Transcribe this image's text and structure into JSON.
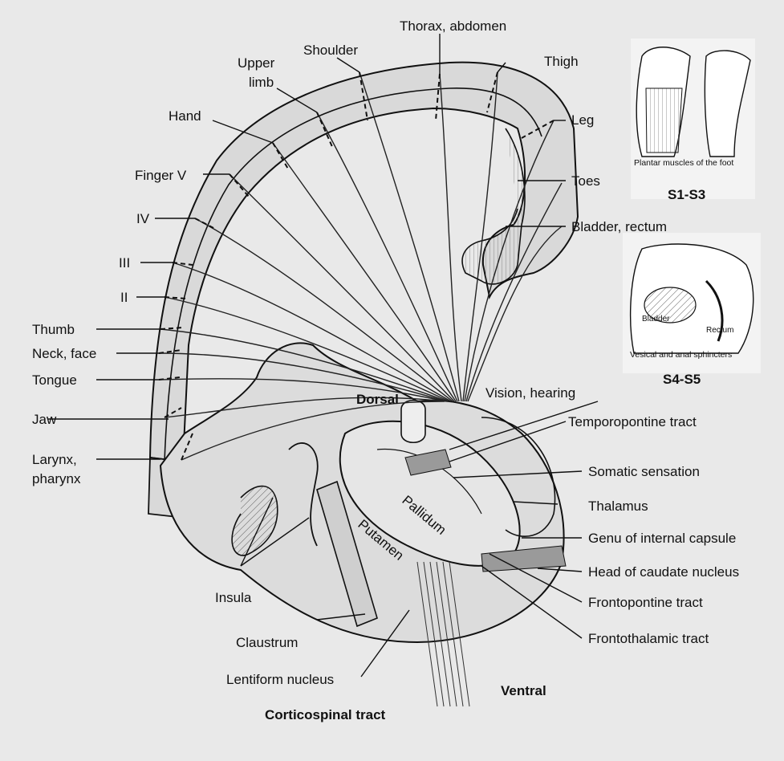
{
  "figure": {
    "paper_color": "#e9e9e9",
    "ink_color": "#111111",
    "tract_color": "#222222",
    "fill_color": "#d6d6d6"
  },
  "labels": {
    "thorax_abdomen": "Thorax, abdomen",
    "shoulder": "Shoulder",
    "upper_limb_1": "Upper",
    "upper_limb_2": "limb",
    "thigh": "Thigh",
    "hand": "Hand",
    "leg": "Leg",
    "finger_v": "Finger V",
    "toes": "Toes",
    "iv": "IV",
    "bladder_rectum": "Bladder, rectum",
    "iii": "III",
    "ii": "II",
    "thumb": "Thumb",
    "neck_face": "Neck, face",
    "tongue": "Tongue",
    "jaw": "Jaw",
    "larynx_1": "Larynx,",
    "larynx_2": "pharynx",
    "dorsal": "Dorsal",
    "vision_hearing": "Vision, hearing",
    "temporopontine": "Temporopontine tract",
    "somatic_sensation": "Somatic sensation",
    "pallidum": "Pallidum",
    "thalamus": "Thalamus",
    "putamen": "Putamen",
    "genu": "Genu of internal capsule",
    "head_caudate": "Head of caudate nucleus",
    "insula": "Insula",
    "frontopontine": "Frontopontine tract",
    "claustrum": "Claustrum",
    "frontothalamic": "Frontothalamic tract",
    "lentiform": "Lentiform nucleus",
    "ventral": "Ventral",
    "corticospinal": "Corticospinal tract"
  },
  "insets": {
    "foot_caption": "Plantar muscles of the foot",
    "foot_segment": "S1-S3",
    "pelvis_bladder": "Bladder",
    "pelvis_rectum": "Rectum",
    "pelvis_caption": "Vesical and anal sphincters",
    "pelvis_segment": "S4-S5"
  }
}
